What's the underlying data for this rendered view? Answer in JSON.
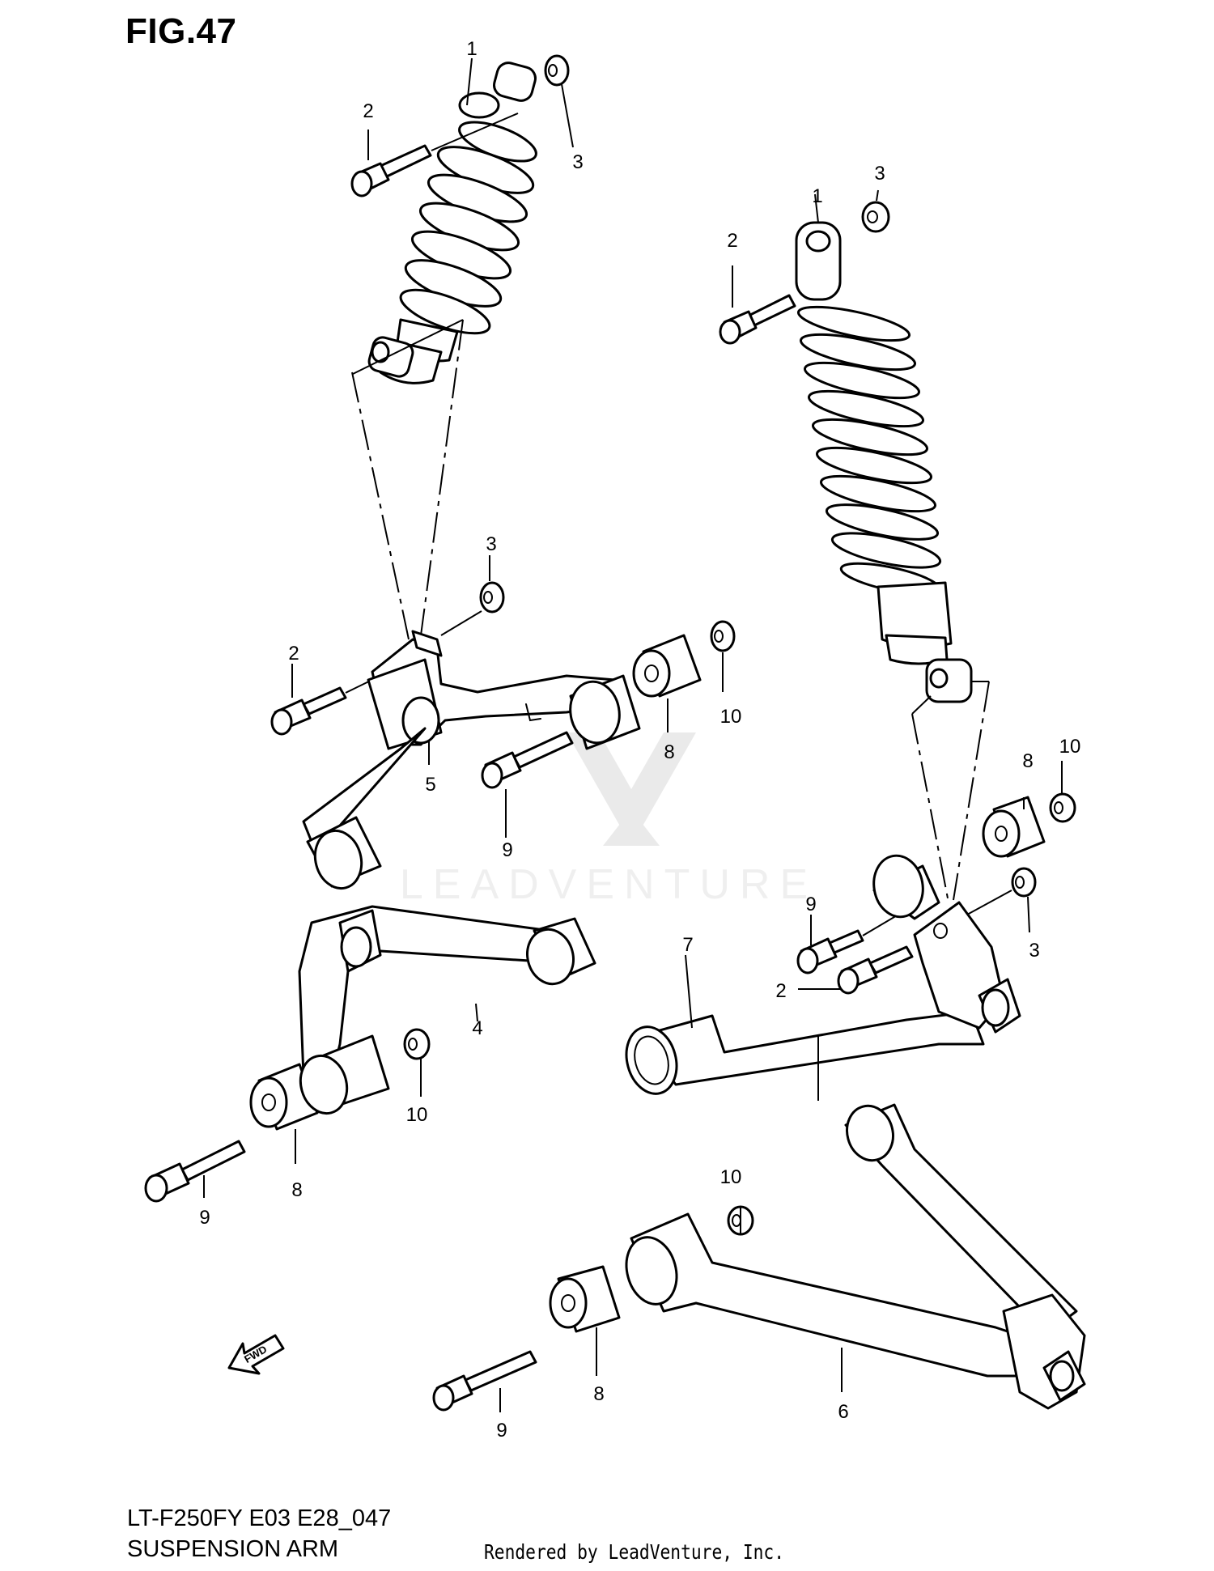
{
  "figure_title": "FIG.47",
  "model_code": "LT-F250FY E03 E28_047",
  "section_name": "SUSPENSION ARM",
  "rendered_by": "Rendered by LeadVenture, Inc.",
  "watermark_text": "LEADVENTURE",
  "fwd_label": "FWD",
  "callouts": [
    {
      "id": "c1a",
      "text": "1"
    },
    {
      "id": "c2a",
      "text": "2"
    },
    {
      "id": "c3a",
      "text": "3"
    },
    {
      "id": "c1b",
      "text": "1"
    },
    {
      "id": "c3b",
      "text": "3"
    },
    {
      "id": "c2b",
      "text": "2"
    },
    {
      "id": "c3c",
      "text": "3"
    },
    {
      "id": "c2c",
      "text": "2"
    },
    {
      "id": "c10a",
      "text": "10"
    },
    {
      "id": "c8a",
      "text": "8"
    },
    {
      "id": "c5",
      "text": "5"
    },
    {
      "id": "c9a",
      "text": "9"
    },
    {
      "id": "c8b",
      "text": "8"
    },
    {
      "id": "c10b",
      "text": "10"
    },
    {
      "id": "c9b",
      "text": "9"
    },
    {
      "id": "c7",
      "text": "7"
    },
    {
      "id": "c3d",
      "text": "3"
    },
    {
      "id": "c2d",
      "text": "2"
    },
    {
      "id": "c4",
      "text": "4"
    },
    {
      "id": "c10c",
      "text": "10"
    },
    {
      "id": "c8c",
      "text": "8"
    },
    {
      "id": "c9c",
      "text": "9"
    },
    {
      "id": "c10d",
      "text": "10"
    },
    {
      "id": "c8d",
      "text": "8"
    },
    {
      "id": "c9d",
      "text": "9"
    },
    {
      "id": "c6",
      "text": "6"
    }
  ]
}
